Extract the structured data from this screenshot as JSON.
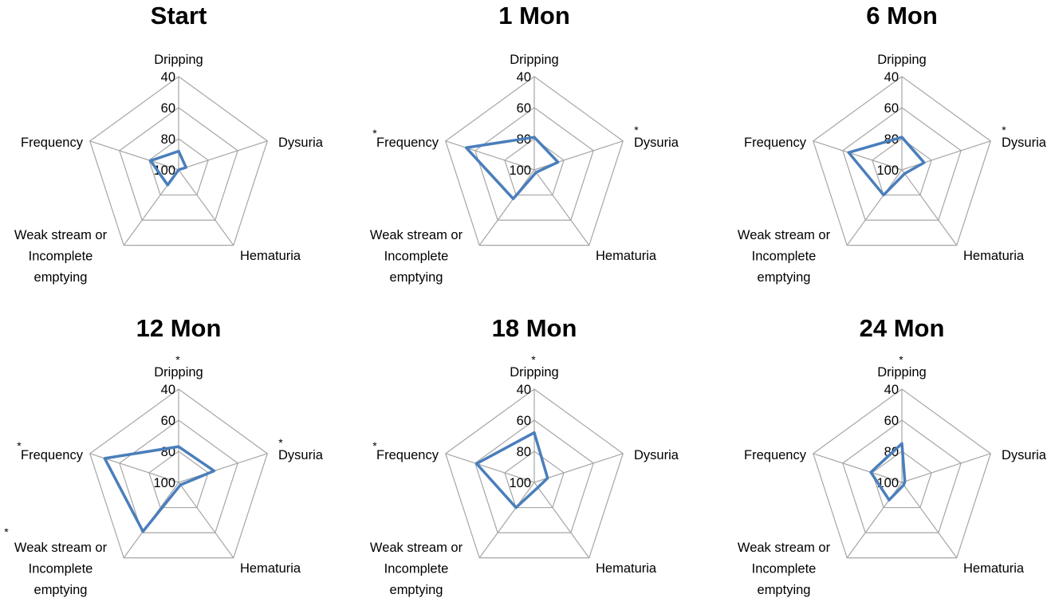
{
  "chart_data": [
    {
      "type": "radar",
      "title": "Start",
      "axes": [
        "Dripping",
        "Dysuria",
        "Hematuria",
        "Weak stream or Incomplete emptying",
        "Frequency"
      ],
      "axis_label_lines": [
        [
          "Dripping"
        ],
        [
          "Dysuria"
        ],
        [
          "Hematuria"
        ],
        [
          "Weak stream or",
          "Incomplete",
          "emptying"
        ],
        [
          "Frequency"
        ]
      ],
      "significant": [
        false,
        false,
        false,
        false,
        false
      ],
      "star": "",
      "ticks": [
        "40",
        "60",
        "80",
        "100"
      ],
      "rlim": [
        100,
        40
      ],
      "reversed": true,
      "series": [
        {
          "values": [
            88,
            95,
            100,
            88,
            81
          ]
        }
      ]
    },
    {
      "type": "radar",
      "title": "1 Mon",
      "axes": [
        "Dripping",
        "Dysuria",
        "Hematuria",
        "Weak stream or Incomplete emptying",
        "Frequency"
      ],
      "axis_label_lines": [
        [
          "Dripping"
        ],
        [
          "Dysuria"
        ],
        [
          "Hematuria"
        ],
        [
          "Weak stream or",
          "Incomplete",
          "emptying"
        ],
        [
          "Frequency"
        ]
      ],
      "significant": [
        false,
        true,
        false,
        false,
        true
      ],
      "star": "*",
      "ticks": [
        "40",
        "60",
        "80",
        "100"
      ],
      "rlim": [
        100,
        40
      ],
      "reversed": true,
      "series": [
        {
          "values": [
            79,
            84,
            98,
            77,
            54
          ]
        }
      ]
    },
    {
      "type": "radar",
      "title": "6 Mon",
      "axes": [
        "Dripping",
        "Dysuria",
        "Hematuria",
        "Weak stream or Incomplete emptying",
        "Frequency"
      ],
      "axis_label_lines": [
        [
          "Dripping"
        ],
        [
          "Dysuria"
        ],
        [
          "Hematuria"
        ],
        [
          "Weak stream or",
          "Incomplete",
          "emptying"
        ],
        [
          "Frequency"
        ]
      ],
      "significant": [
        false,
        true,
        false,
        false,
        false
      ],
      "star": "*",
      "ticks": [
        "40",
        "60",
        "80",
        "100"
      ],
      "rlim": [
        100,
        40
      ],
      "reversed": true,
      "series": [
        {
          "values": [
            79,
            85,
            97,
            80,
            64
          ]
        }
      ]
    },
    {
      "type": "radar",
      "title": "12 Mon",
      "axes": [
        "Dripping",
        "Dysuria",
        "Hematuria",
        "Weak stream or Incomplete emptying",
        "Frequency"
      ],
      "axis_label_lines": [
        [
          "Dripping"
        ],
        [
          "Dysuria"
        ],
        [
          "Hematuria"
        ],
        [
          "Weak stream or",
          "Incomplete",
          "emptying"
        ],
        [
          "Frequency"
        ]
      ],
      "significant": [
        true,
        true,
        false,
        true,
        true
      ],
      "star": "*",
      "ticks": [
        "40",
        "60",
        "80",
        "100"
      ],
      "rlim": [
        100,
        40
      ],
      "reversed": true,
      "series": [
        {
          "values": [
            77,
            76,
            98,
            61,
            50
          ]
        }
      ]
    },
    {
      "type": "radar",
      "title": "18 Mon",
      "axes": [
        "Dripping",
        "Dysuria",
        "Hematuria",
        "Weak stream or Incomplete emptying",
        "Frequency"
      ],
      "axis_label_lines": [
        [
          "Dripping"
        ],
        [
          "Dysuria"
        ],
        [
          "Hematuria"
        ],
        [
          "Weak stream or",
          "Incomplete",
          "emptying"
        ],
        [
          "Frequency"
        ]
      ],
      "significant": [
        true,
        false,
        false,
        false,
        true
      ],
      "star": "*",
      "ticks": [
        "40",
        "60",
        "80",
        "100"
      ],
      "rlim": [
        100,
        40
      ],
      "reversed": true,
      "series": [
        {
          "values": [
            68,
            91,
            96,
            80,
            61
          ]
        }
      ]
    },
    {
      "type": "radar",
      "title": "24 Mon",
      "axes": [
        "Dripping",
        "Dysuria",
        "Hematuria",
        "Weak stream or Incomplete emptying",
        "Frequency"
      ],
      "axis_label_lines": [
        [
          "Dripping"
        ],
        [
          "Dysuria"
        ],
        [
          "Hematuria"
        ],
        [
          "Weak stream or",
          "Incomplete",
          "emptying"
        ],
        [
          "Frequency"
        ]
      ],
      "significant": [
        true,
        false,
        false,
        false,
        false
      ],
      "star": "*",
      "ticks": [
        "40",
        "60",
        "80",
        "100"
      ],
      "rlim": [
        100,
        40
      ],
      "reversed": true,
      "series": [
        {
          "values": [
            75,
            98,
            98,
            86,
            79
          ]
        }
      ]
    }
  ],
  "colors": {
    "series": "#4a7ebb",
    "grid": "#a6a6a6"
  }
}
